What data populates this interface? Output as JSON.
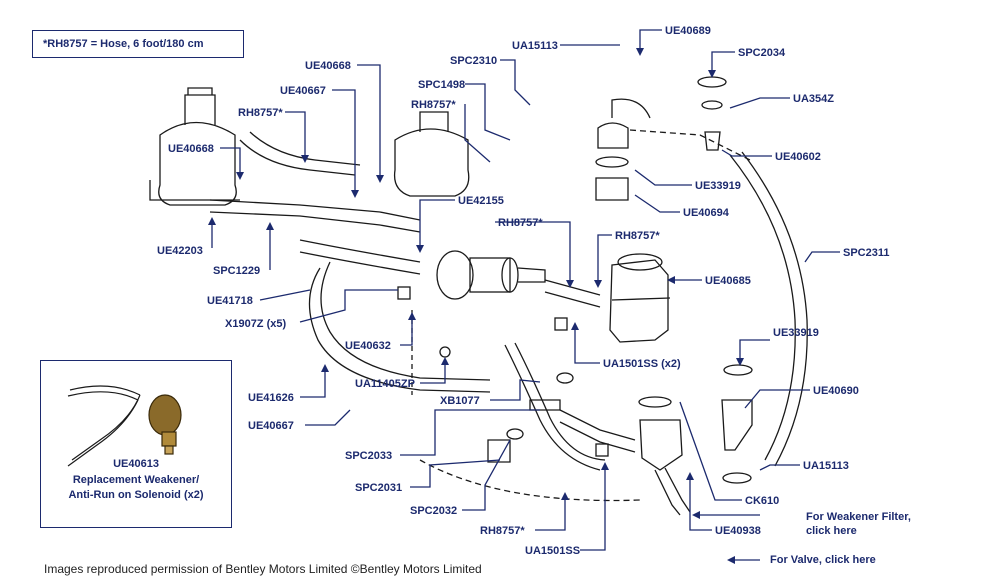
{
  "note": "*RH8757 = Hose, 6 foot/180 cm",
  "labels": {
    "UE40668_top": "UE40668",
    "UE40667_top": "UE40667",
    "RH8757_left": "RH8757*",
    "UE40668_left": "UE40668",
    "SPC2310": "SPC2310",
    "SPC1498": "SPC1498",
    "RH8757_mid": "RH8757*",
    "UA15113_top": "UA15113",
    "UE40689": "UE40689",
    "SPC2034": "SPC2034",
    "UA354Z": "UA354Z",
    "UE40602": "UE40602",
    "UE33919_top": "UE33919",
    "UE40694": "UE40694",
    "UE42155": "UE42155",
    "RH8757_center": "RH8757*",
    "RH8757_right": "RH8757*",
    "UE42203": "UE42203",
    "SPC1229": "SPC1229",
    "UE41718": "UE41718",
    "X1907Z": "X1907Z (x5)",
    "UE40632": "UE40632",
    "UE40685": "UE40685",
    "SPC2311": "SPC2311",
    "UE33919_right": "UE33919",
    "UA1501SS_x2": "UA1501SS (x2)",
    "UE41626": "UE41626",
    "UA11405ZP": "UA11405ZP",
    "XB1077": "XB1077",
    "UE40690": "UE40690",
    "UE40667_bottom": "UE40667",
    "SPC2033": "SPC2033",
    "UA15113_bottom": "UA15113",
    "SPC2031": "SPC2031",
    "CK610": "CK610",
    "SPC2032": "SPC2032",
    "UE40938": "UE40938",
    "RH8757_bottom": "RH8757*",
    "UA1501SS": "UA1501SS"
  },
  "inset": {
    "part": "UE40613",
    "line1": "Replacement Weakener/",
    "line2": "Anti-Run on Solenoid (x2)"
  },
  "links": {
    "filter_line1": "For Weakener Filter,",
    "filter_line2": "click here",
    "valve": "For Valve, click here"
  },
  "footer": "Images reproduced permission of Bentley Motors Limited ©Bentley Motors Limited",
  "colors": {
    "label": "#1c2a6e",
    "line": "#1c2a6e",
    "drawing": "#1a1a1a"
  }
}
